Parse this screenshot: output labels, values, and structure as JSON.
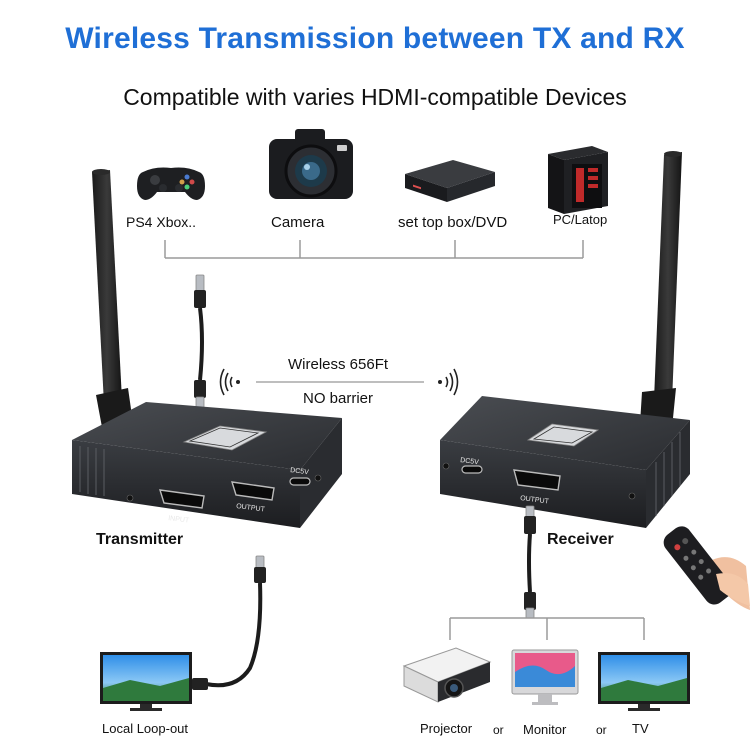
{
  "header": {
    "title": "Wireless Transmission between TX and RX",
    "subtitle": "Compatible with varies HDMI-compatible Devices"
  },
  "sources": [
    {
      "label": "PS4 Xbox..",
      "icon": "gamepad-icon"
    },
    {
      "label": "Camera",
      "icon": "camera-icon"
    },
    {
      "label": "set top box/DVD",
      "icon": "set-top-box-icon"
    },
    {
      "label": "PC/Latop",
      "icon": "pc-tower-icon"
    }
  ],
  "link": {
    "line1": "Wireless 656Ft",
    "line2": "NO barrier"
  },
  "transmitter": {
    "label": "Transmitter",
    "port_input": "INPUT",
    "port_output": "OUTPUT",
    "port_power": "DC5V"
  },
  "receiver": {
    "label": "Receiver",
    "port_output": "OUTPUT",
    "port_power": "DC5V"
  },
  "loopout": {
    "label": "Local Loop-out"
  },
  "displays": [
    {
      "label": "Projector",
      "icon": "projector-icon"
    },
    {
      "label": "Monitor",
      "icon": "monitor-icon"
    },
    {
      "label": "TV",
      "icon": "tv-icon"
    }
  ],
  "separators": {
    "or1": "or",
    "or2": "or"
  }
}
